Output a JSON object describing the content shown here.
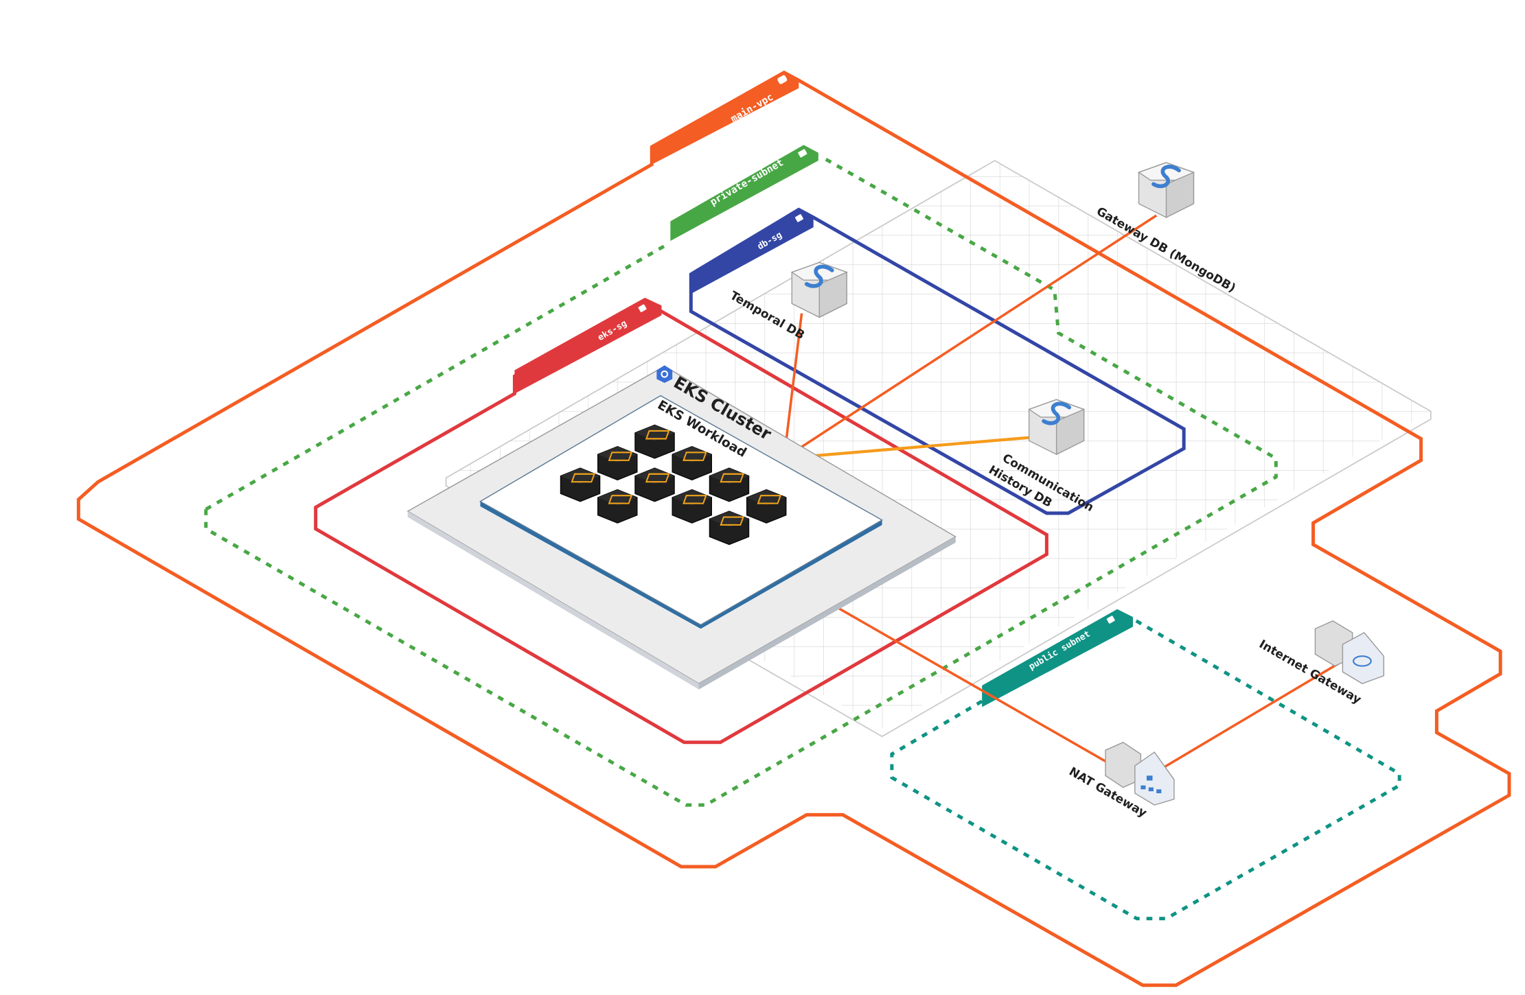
{
  "groups": {
    "vpc": {
      "label": "main-vpc",
      "color": "#f45d23"
    },
    "private_subnet": {
      "label": "private-subnet",
      "color": "#48a745"
    },
    "public_subnet": {
      "label": "public subnet",
      "color": "#0f9384"
    },
    "db_sg": {
      "label": "db-sg",
      "color": "#3346a6"
    },
    "eks_sg": {
      "label": "eks-sg",
      "color": "#e0393d"
    }
  },
  "nodes": {
    "gateway_db": {
      "label": "Gateway DB (MongoDB)",
      "icon": "database-icon"
    },
    "temporal_db": {
      "label": "Temporal DB",
      "icon": "database-icon"
    },
    "comm_db": {
      "label_line1": "Communication",
      "label_line2": "History DB",
      "icon": "database-icon"
    },
    "eks_cluster": {
      "label": "EKS Cluster",
      "icon": "kubernetes-icon"
    },
    "eks_workload": {
      "label": "EKS Workload",
      "icon": "chip-icon"
    },
    "internet_gateway": {
      "label": "Internet Gateway",
      "icon": "cloud-icon"
    },
    "nat_gateway": {
      "label": "NAT Gateway",
      "icon": "network-icon"
    }
  },
  "edges": [
    {
      "from": "EKS Workload",
      "to": "Temporal DB",
      "color": "#f45d23"
    },
    {
      "from": "EKS Workload",
      "to": "Gateway DB (MongoDB)",
      "color": "#f45d23"
    },
    {
      "from": "EKS Workload",
      "to": "Communication History DB",
      "color": "#f59b1b"
    },
    {
      "from": "EKS Workload",
      "to": "NAT Gateway",
      "color": "#f45d23"
    },
    {
      "from": "NAT Gateway",
      "to": "Internet Gateway",
      "color": "#f45d23"
    }
  ]
}
